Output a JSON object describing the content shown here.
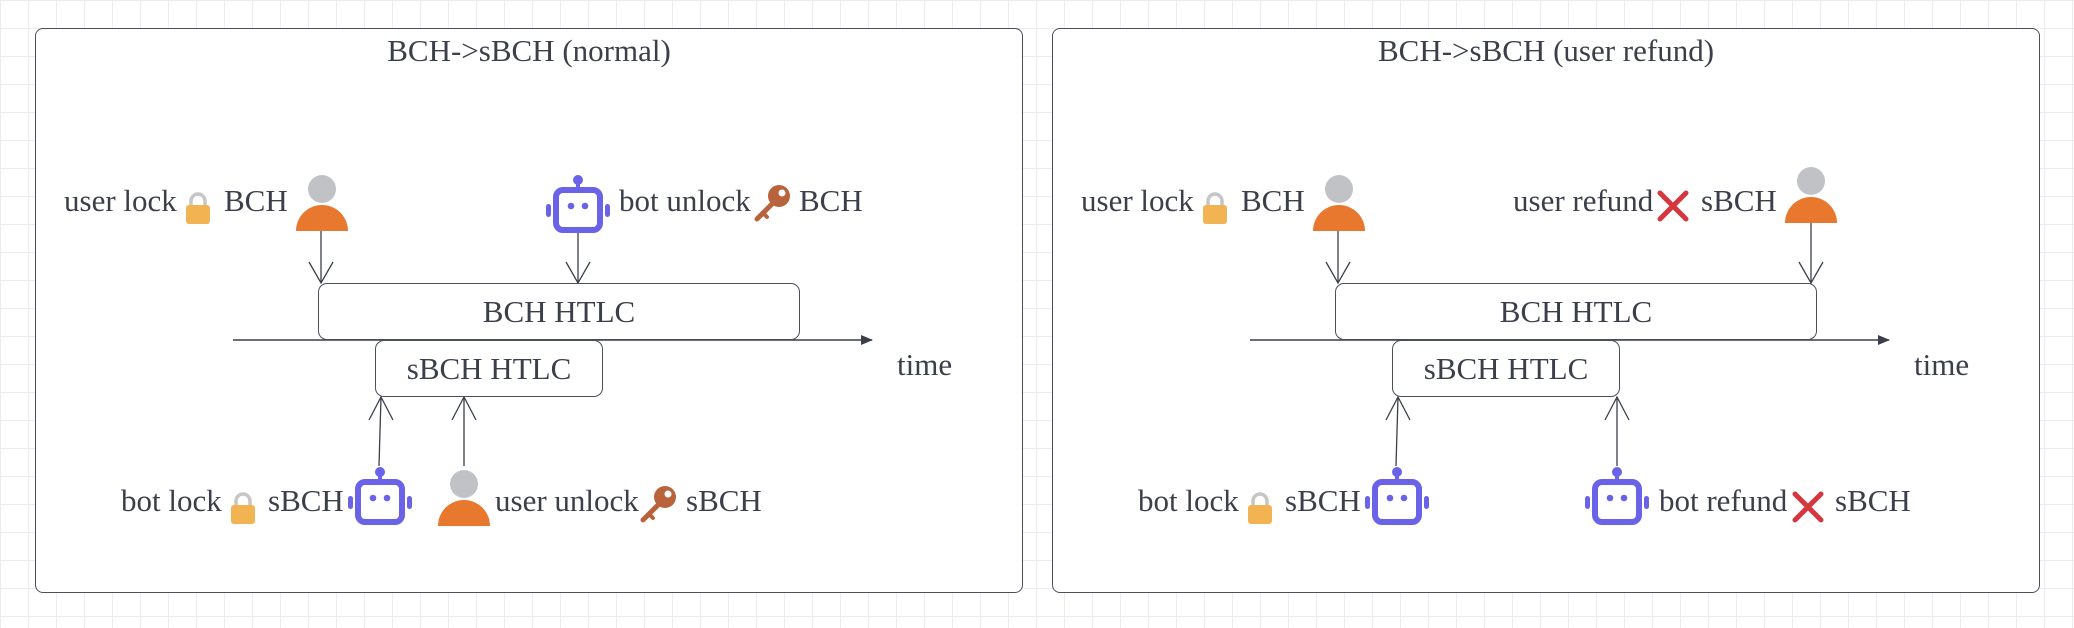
{
  "panels": [
    {
      "title": "BCH->sBCH (normal)",
      "bch_htlc": "BCH HTLC",
      "sbch_htlc": "sBCH HTLC",
      "time_label": "time",
      "top": [
        {
          "text": "user lock",
          "icon": "lock-icon",
          "asset": "BCH",
          "actor": "user-icon"
        },
        {
          "actor": "bot-icon",
          "text": "bot unlock",
          "icon": "key-icon",
          "asset": "BCH"
        }
      ],
      "bottom": [
        {
          "text": "bot lock",
          "icon": "lock-icon",
          "asset": "sBCH",
          "actor": "bot-icon"
        },
        {
          "actor": "user-icon",
          "text": "user unlock",
          "icon": "key-icon",
          "asset": "sBCH"
        }
      ]
    },
    {
      "title": "BCH->sBCH (user refund)",
      "bch_htlc": "BCH HTLC",
      "sbch_htlc": "sBCH HTLC",
      "time_label": "time",
      "top": [
        {
          "text": "user lock",
          "icon": "lock-icon",
          "asset": "BCH",
          "actor": "user-icon"
        },
        {
          "text": "user refund",
          "icon": "x-icon",
          "asset": "sBCH",
          "actor": "user-icon"
        }
      ],
      "bottom": [
        {
          "text": "bot lock",
          "icon": "lock-icon",
          "asset": "sBCH",
          "actor": "bot-icon"
        },
        {
          "actor": "bot-icon",
          "text": "bot refund",
          "icon": "x-icon",
          "asset": "sBCH"
        }
      ]
    }
  ],
  "colors": {
    "user_body": "#e8782d",
    "user_head": "#c0c2c6",
    "bot": "#6a63e8",
    "lock": "#f2b452",
    "key": "#b8633c",
    "x": "#d6373e",
    "line": "#3a3f4a"
  }
}
